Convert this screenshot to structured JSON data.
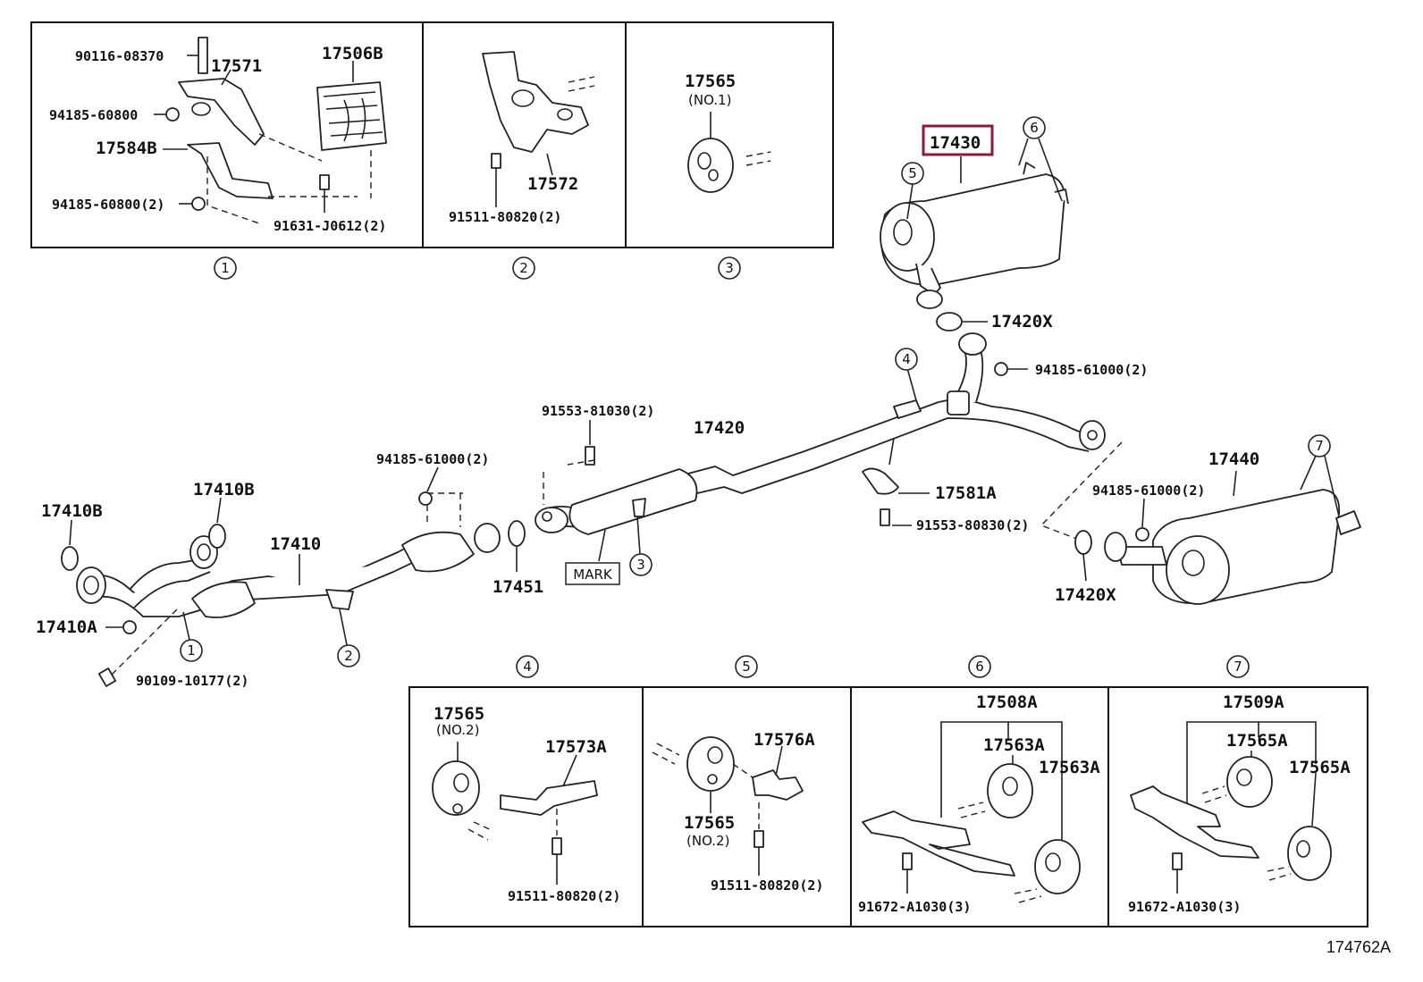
{
  "diagram": {
    "reference_code": "174762A",
    "highlighted_part": "17430",
    "group_labels": [
      "1",
      "2",
      "3",
      "4",
      "5",
      "6",
      "7"
    ],
    "part_labels": {
      "p90116_08370": "90116-08370",
      "p17571": "17571",
      "p17506B": "17506B",
      "p94185_60800": "94185-60800",
      "p17584B": "17584B",
      "p94185_60800_2": "94185-60800(2)",
      "p91631_J0612_2": "91631-J0612(2)",
      "p17572": "17572",
      "p91511_80820_2_top": "91511-80820(2)",
      "p17565_top": "17565",
      "no1": "(NO.1)",
      "p17430": "17430",
      "p17420X_top": "17420X",
      "p94185_61000_2_a": "94185-61000(2)",
      "p91553_81030_2": "91553-81030(2)",
      "p17420": "17420",
      "p94185_61000_2_b": "94185-61000(2)",
      "p17410B_left": "17410B",
      "p17410B_right": "17410B",
      "p17410": "17410",
      "p17451": "17451",
      "mark": "MARK",
      "p17581A": "17581A",
      "p91553_80830_2": "91553-80830(2)",
      "p94185_61000_2_c": "94185-61000(2)",
      "p17440": "17440",
      "p17420X_bottom": "17420X",
      "p17410A": "17410A",
      "p90109_10177_2": "90109-10177(2)",
      "p17565_g4": "17565",
      "no2_g4": "(NO.2)",
      "p17573A": "17573A",
      "p91511_80820_2_g4": "91511-80820(2)",
      "p17576A": "17576A",
      "p17565_g5": "17565",
      "no2_g5": "(NO.2)",
      "p91511_80820_2_g5": "91511-80820(2)",
      "p17508A": "17508A",
      "p17563A_a": "17563A",
      "p17563A_b": "17563A",
      "p91672_A1030_3_g6": "91672-A1030(3)",
      "p17509A": "17509A",
      "p17565A_a": "17565A",
      "p17565A_b": "17565A",
      "p91672_A1030_3_g7": "91672-A1030(3)"
    }
  }
}
